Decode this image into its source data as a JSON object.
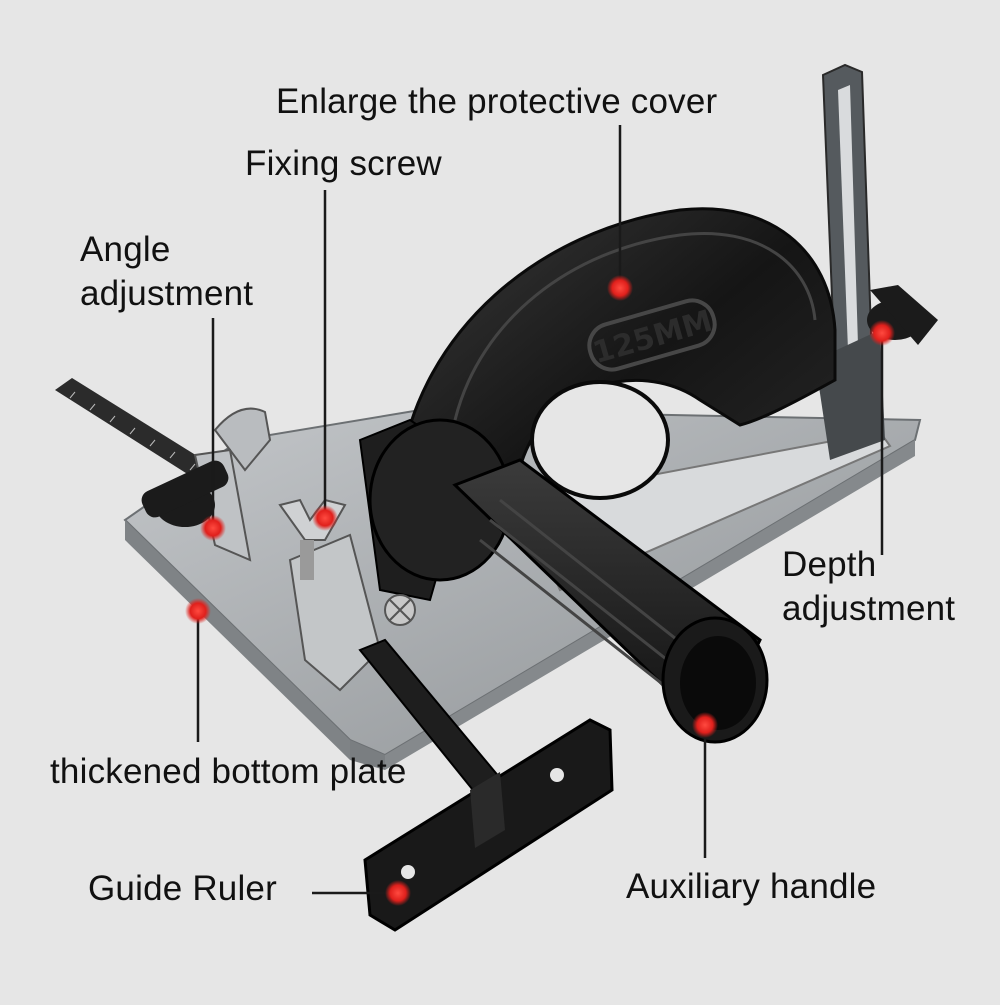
{
  "callouts": {
    "protective_cover": "Enlarge the protective cover",
    "fixing_screw": "Fixing screw",
    "angle_adjustment": "Angle\nadjustment",
    "depth_adjustment": "Depth\nadjustment",
    "bottom_plate": "thickened bottom plate",
    "guide_ruler": "Guide Ruler",
    "auxiliary_handle": "Auxiliary handle"
  },
  "cover_marking": "125MM",
  "colors": {
    "background": "#e6e6e6",
    "marker": "#e0201c",
    "plastic": "#1c1c1c",
    "metal": "#a9adb0"
  }
}
